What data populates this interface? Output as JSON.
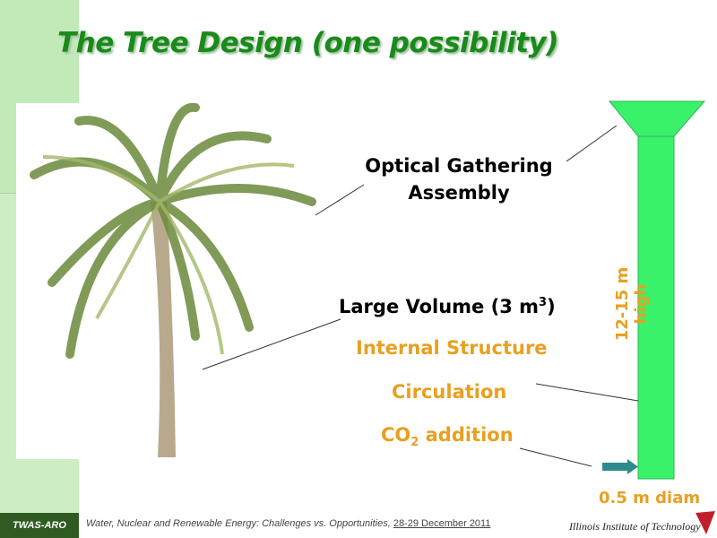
{
  "slide": {
    "title": "The Tree Design (one possibility)"
  },
  "labels": {
    "optical": "Optical Gathering Assembly",
    "volume_prefix": "Large Volume (3 m",
    "volume_sup": "3",
    "volume_suffix": ")",
    "internal": "Internal Structure",
    "circulation": "Circulation",
    "co2_prefix": "CO",
    "co2_sub": "2",
    "co2_suffix": " addition",
    "height": "12-15 m high",
    "diameter": "0.5 m diam"
  },
  "footer": {
    "org": "TWAS-ARO",
    "conference": "Water, Nuclear and Renewable Energy: Challenges vs. Opportunities,",
    "date": "28-29 December 2011",
    "institute": "Illinois Institute of Technology"
  },
  "colors": {
    "title": "#1a8a1a",
    "accent": "#e8a020",
    "tower": "#3af26a",
    "arrow": "#2e8b8b"
  }
}
